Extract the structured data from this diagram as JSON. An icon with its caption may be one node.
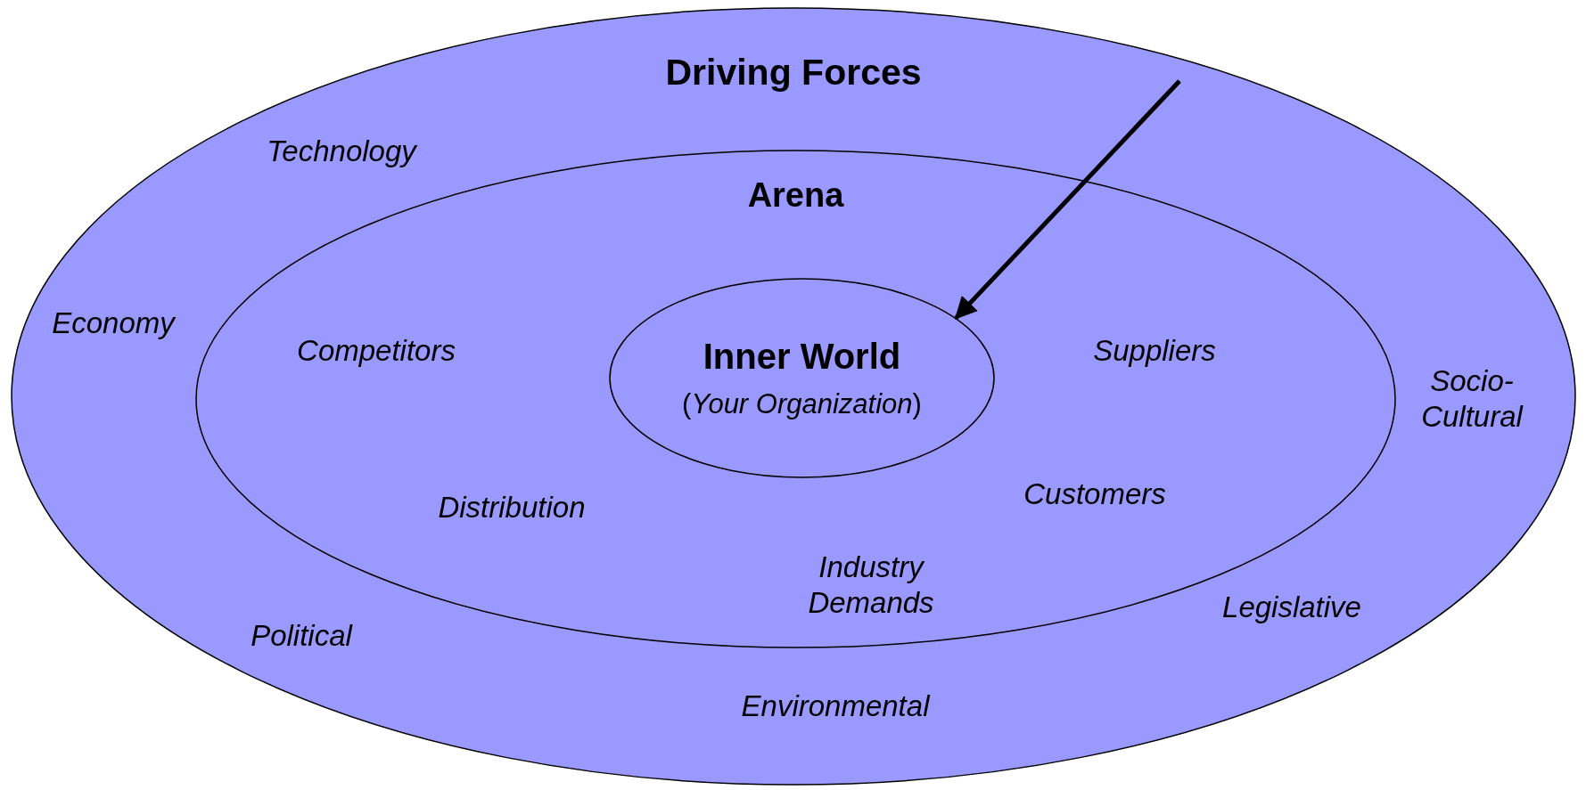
{
  "diagram": {
    "nodes": [
      {
        "text": [
          "Driving Forces"
        ]
      },
      {
        "text": [
          "Arena"
        ],
        "in": 0
      },
      {
        "text": [
          "Inner World",
          "(*Your Organization*)"
        ],
        "in": 1
      }
    ],
    "edges": [
      {
        "from": null,
        "to": 2,
        "arrow": "to"
      }
    ],
    "labels": [
      "Technology",
      "Economy",
      "Competitors",
      "Suppliers",
      "Socio-Cultural",
      "Distribution",
      "Customers",
      "Industry Demands",
      "Legislative",
      "Political",
      "Environmental"
    ]
  }
}
